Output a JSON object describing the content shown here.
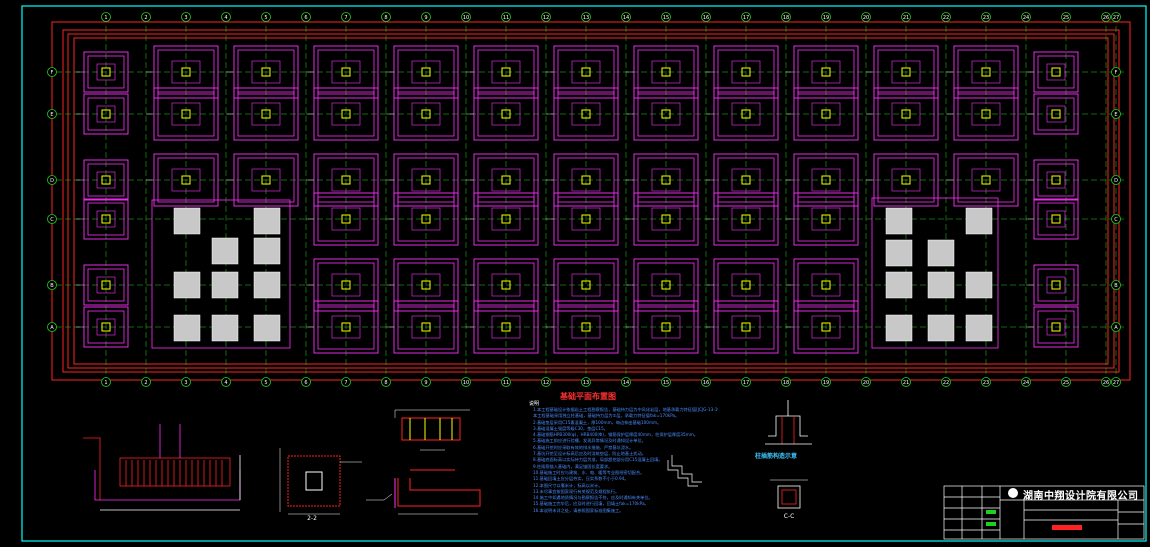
{
  "drawing": {
    "title": "基础平面布置图",
    "notes_heading": "说明",
    "notes": [
      "1.本工程基础设计依据岩土工程勘察报告，基础持力层为中风化岩层，地基承载力特征值[JCJG-13-19]。",
      "  本工程基础采用独立柱基础，基础持力层为②层，承载力特征值fak=170kPa。",
      "2.基础垫层采用C15素混凝土，厚100mm，每边伸出基础100mm。",
      "3.基础混凝土强度等级C30，垫层C15。",
      "4.基础钢筋HPB300(φ)，HRB400(Φ)，钢筋保护层厚度40mm，柱保护层厚度35mm。",
      "5.基础施工前应进行验槽，发现异常情况及时通知设计单位。",
      "6.基础开挖时应采取有效的排水措施，严禁基坑浸水。",
      "7.基坑开挖至设计标高后应及时浇筑垫层，防止地基土扰动。",
      "8.基础底面标高以实际持力层为准，局部超挖部分用C15混凝土回填。",
      "9.柱插筋锚入基础内，满足锚固长度要求。",
      "10.基础施工时应与建筑、水、电、暖等专业图纸密切配合。",
      "11.基础回填土应分层夯实，压实系数不小于0.94。",
      "12.本图尺寸以毫米计，标高以米计。",
      "13.未尽事宜按国家现行有关规范及规程执行。",
      "14.施工中如遇地质情况与勘察报告不符，应及时通知有关单位。",
      "15.基础施工完毕后，应及时进行回填，回填土fak=170kPa。",
      "16.本说明未详之处，请参照国家标准图集施工。"
    ],
    "detail_label": "柱插筋构造示意",
    "company": "湖南中翔设计院有限公司",
    "axis_top": [
      "1",
      "2",
      "3",
      "4",
      "5",
      "6",
      "7",
      "8",
      "9",
      "10",
      "11",
      "12",
      "13",
      "14",
      "15",
      "16",
      "17",
      "18",
      "19",
      "20",
      "21",
      "22",
      "23",
      "24",
      "25",
      "26",
      "27"
    ],
    "axis_left": [
      "F",
      "E",
      "D",
      "C",
      "B",
      "A"
    ],
    "section_labels": [
      "2-2",
      "C-C"
    ],
    "colors": {
      "bg": "#000000",
      "frame": "#00ffff",
      "border": "#ff2222",
      "footing": "#ff30ff",
      "column": "#ffff00",
      "axis": "#20d020",
      "dim": "#ffffff",
      "text_blue": "#4a8cff",
      "pile": "#c8c8c8"
    }
  }
}
